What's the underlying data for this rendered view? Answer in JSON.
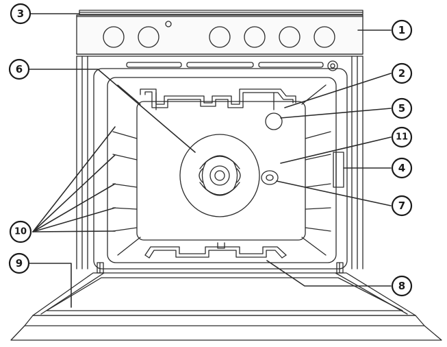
{
  "diagram": {
    "subject": "oven-front-view",
    "callouts": [
      {
        "id": "c1",
        "label": "1"
      },
      {
        "id": "c2",
        "label": "2"
      },
      {
        "id": "c3",
        "label": "3"
      },
      {
        "id": "c4",
        "label": "4"
      },
      {
        "id": "c5",
        "label": "5"
      },
      {
        "id": "c6",
        "label": "6"
      },
      {
        "id": "c7",
        "label": "7"
      },
      {
        "id": "c8",
        "label": "8"
      },
      {
        "id": "c9",
        "label": "9"
      },
      {
        "id": "c10",
        "label": "10"
      },
      {
        "id": "c11",
        "label": "11"
      }
    ],
    "colors": {
      "line": "#2b2b2b",
      "background": "#ffffff",
      "panel_fill": "#fafafa"
    }
  }
}
